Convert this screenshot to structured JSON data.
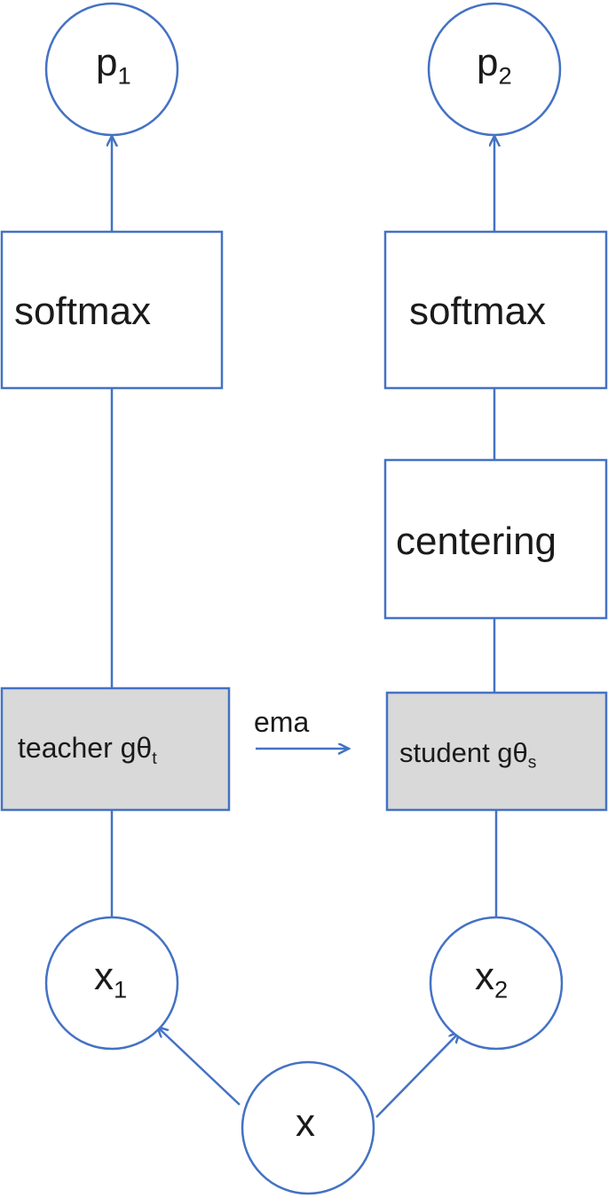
{
  "nodes": {
    "p1": {
      "main": "p",
      "sub": "1"
    },
    "p2": {
      "main": "p",
      "sub": "2"
    },
    "x1": {
      "main": "x",
      "sub": "1"
    },
    "x2": {
      "main": "x",
      "sub": "2"
    },
    "x": {
      "main": "x"
    },
    "softmax_left": "softmax",
    "softmax_right": "softmax",
    "centering": "centering",
    "teacher": {
      "main": "teacher gθ",
      "sub": "t"
    },
    "student": {
      "main": "student gθ",
      "sub": "s"
    }
  },
  "edges": {
    "ema": "ema"
  },
  "colors": {
    "stroke": "#4472C4",
    "network_fill": "#D9D9D9",
    "text": "#1a1a1a"
  }
}
